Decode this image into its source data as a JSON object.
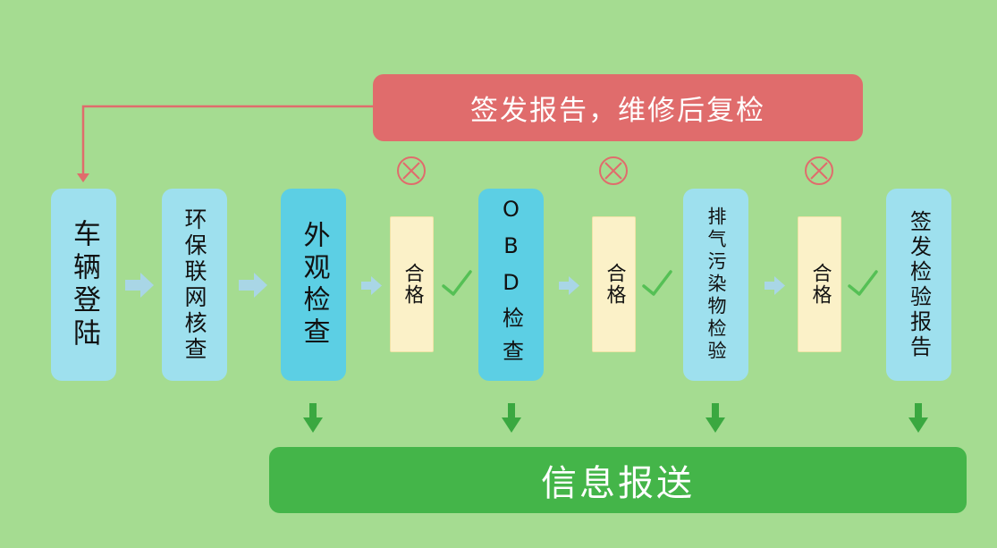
{
  "steps": {
    "vehicle_register": "车辆登陆",
    "env_network_check": "环保联网核查",
    "appearance_check": "外观检查",
    "obd_check": "OBD检查",
    "emission_test": "排气污染物检验",
    "issue_report": "签发检验报告"
  },
  "pass_label": "合格",
  "fail_banner": "签发报告，维修后复检",
  "info_report": "信息报送",
  "colors": {
    "frame": "#a5dc91",
    "step_light": "#9ee0ee",
    "step_dark": "#5ccfe4",
    "pass_box": "#fbf1c8",
    "fail_banner": "#e06c6c",
    "info_bar": "#44b549",
    "check_mark": "#55c055",
    "fail_icon": "#e06c6c",
    "flow_arrow": "#a9d6e6",
    "down_arrow": "#3aa840"
  }
}
